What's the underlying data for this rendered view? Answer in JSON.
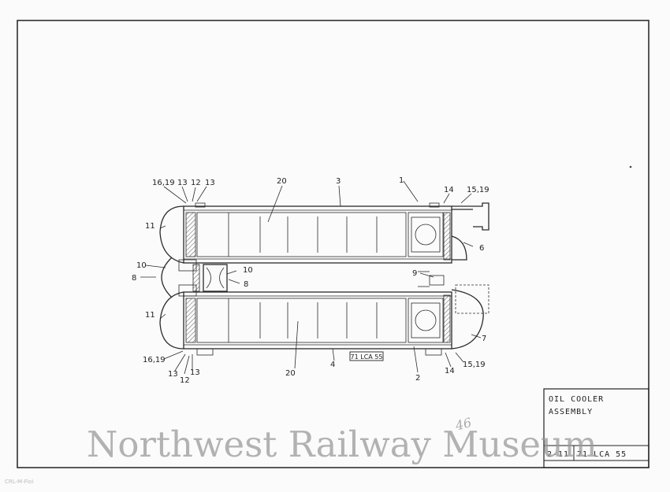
{
  "drawing": {
    "stamp_label": "71 LCA 55",
    "callouts": {
      "c1": "1",
      "c2": "2",
      "c3": "3",
      "c4": "4",
      "c6": "6",
      "c7": "7",
      "c8a": "8",
      "c8b": "8",
      "c9": "9",
      "c10a": "10",
      "c10b": "10",
      "c11a": "11",
      "c11b": "11",
      "c12a": "12",
      "c12b": "12",
      "c13a": "13",
      "c13b": "13",
      "c13c": "13",
      "c13d": "13",
      "c14a": "14",
      "c14b": "14",
      "c1519a": "15,19",
      "c1519b": "15,19",
      "c1619a": "16,19",
      "c1619b": "16,19",
      "c20a": "20",
      "c20b": "20"
    }
  },
  "title_block": {
    "title_line1": "OIL COOLER",
    "title_line2": "ASSEMBLY",
    "sheet_number": "2-11",
    "drawing_number": "71 LCA 55"
  },
  "annotations": {
    "handwritten_mark": "46",
    "corner_mark": "CRL-M-Fioi"
  },
  "watermark": {
    "text": "Northwest Railway Museum"
  }
}
